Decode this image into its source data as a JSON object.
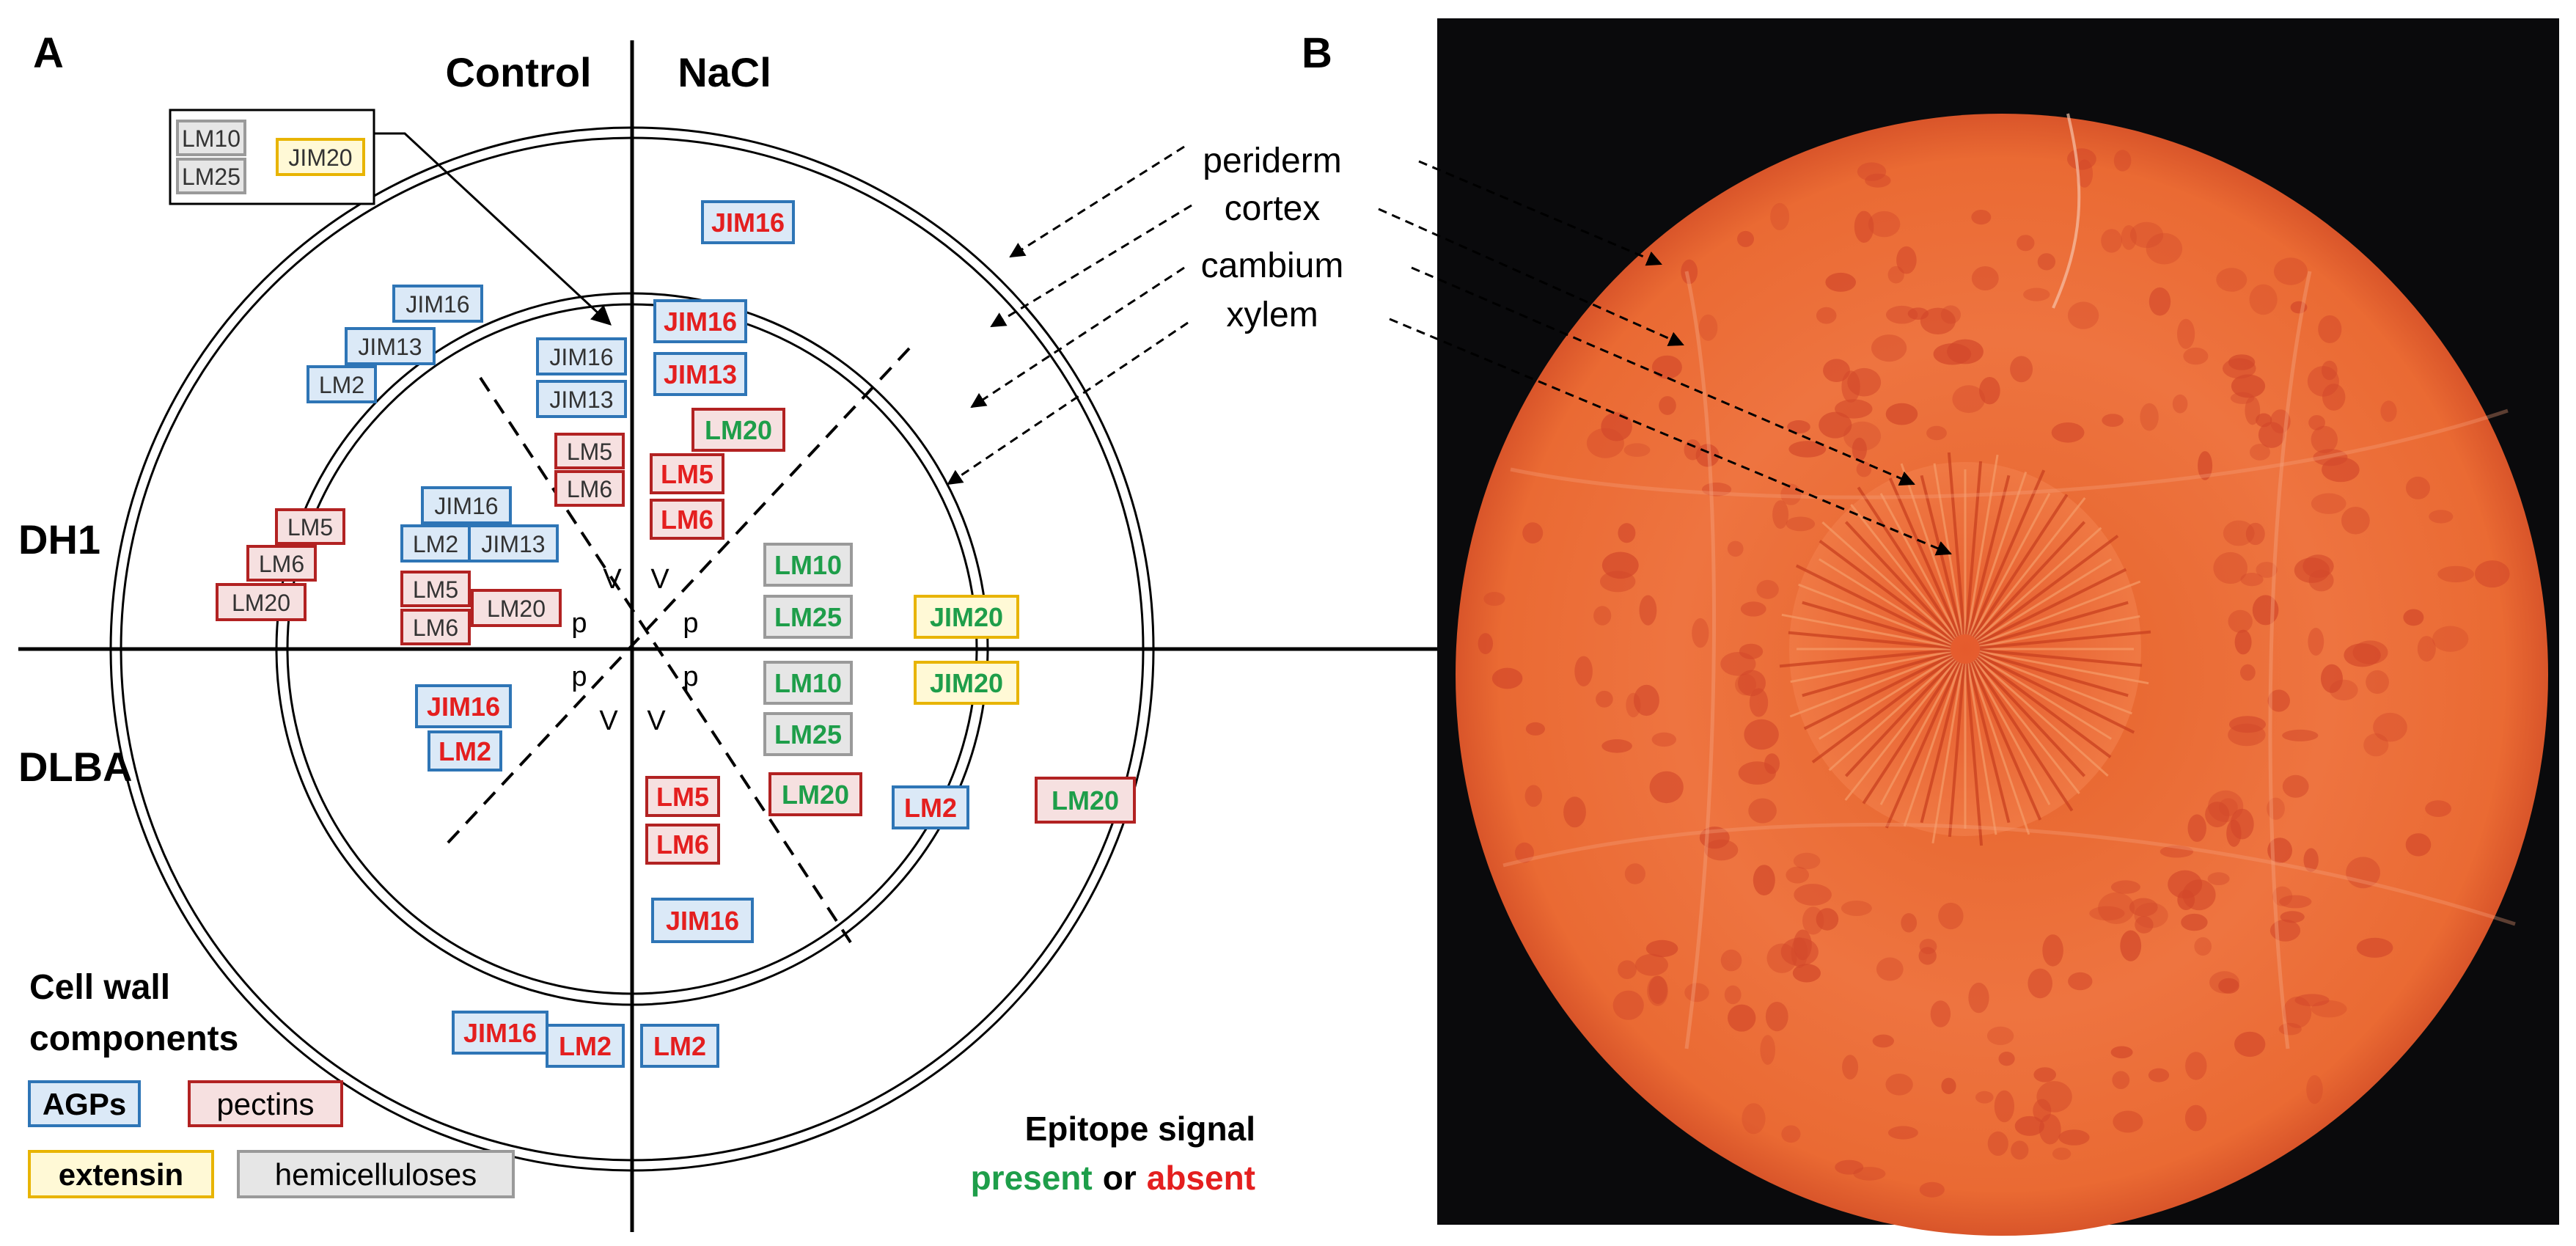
{
  "panel_a": {
    "label": "A",
    "col_control": "Control",
    "col_nacl": "NaCl",
    "row_dh1": "DH1",
    "row_dlba": "DLBA",
    "vp_labels": {
      "v": "V",
      "p": "p"
    },
    "legend": {
      "title_line1": "Cell wall",
      "title_line2": "components",
      "agps": "AGPs",
      "pectins": "pectins",
      "extensin": "extensin",
      "hemicelluloses": "hemicelluloses"
    },
    "epitope": {
      "title": "Epitope signal",
      "present": "present",
      "or": "or",
      "absent": "absent"
    },
    "callout": {
      "lm10": "LM10",
      "lm25": "LM25",
      "jim20": "JIM20"
    },
    "dh1_control": {
      "outer_jim16": "JIM16",
      "outer_jim13": "JIM13",
      "outer_lm2": "LM2",
      "outer_lm5": "LM5",
      "outer_lm6": "LM6",
      "outer_lm20": "LM20",
      "inner_jim16": "JIM16",
      "inner_jim13": "JIM13",
      "inner_lm5": "LM5",
      "inner_lm6": "LM6",
      "mid_jim16": "JIM16",
      "mid_lm2": "LM2",
      "mid_jim13": "JIM13",
      "low_lm5": "LM5",
      "low_lm6": "LM6",
      "low_lm20": "LM20"
    },
    "dh1_nacl": {
      "outer_jim16": "JIM16",
      "jim16": "JIM16",
      "jim13": "JIM13",
      "lm20": "LM20",
      "lm5": "LM5",
      "lm6": "LM6",
      "lm10": "LM10",
      "lm25": "LM25",
      "jim20": "JIM20"
    },
    "dlba_control": {
      "jim16": "JIM16",
      "lm2": "LM2",
      "outer_jim16": "JIM16",
      "outer_lm2": "LM2"
    },
    "dlba_nacl": {
      "lm10": "LM10",
      "lm25": "LM25",
      "jim20": "JIM20",
      "lm20": "LM20",
      "lm2": "LM2",
      "outer_lm20": "LM20",
      "lm5": "LM5",
      "lm6": "LM6",
      "jim16": "JIM16",
      "outer_lm2": "LM2"
    }
  },
  "panel_b": {
    "label": "B",
    "periderm": "periderm",
    "cortex": "cortex",
    "cambium": "cambium",
    "xylem": "xylem"
  },
  "colors": {
    "agp_fill": "#dbe9f7",
    "agp_border": "#2e75b6",
    "pectin_fill": "#f6e0e0",
    "pectin_border": "#b22222",
    "extensin_fill": "#fff9d6",
    "extensin_border": "#e8b400",
    "hemi_fill": "#e6e6e6",
    "hemi_border": "#9a9a9a",
    "present": "#1e9e4a",
    "absent": "#e41f1f",
    "carrot": "#ec6a30",
    "background_b": "#0a0a0c"
  }
}
